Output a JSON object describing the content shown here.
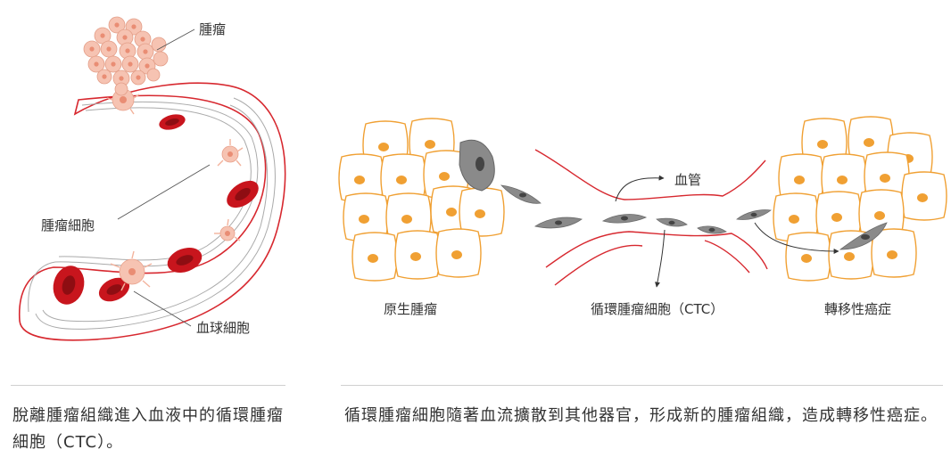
{
  "left_panel": {
    "labels": {
      "tumor": "腫瘤",
      "tumor_cell": "腫瘤細胞",
      "blood_cell": "血球細胞"
    },
    "caption": "脫離腫瘤組織進入血液中的循環腫瘤細胞（CTC）。"
  },
  "right_panel": {
    "labels": {
      "primary_tumor": "原生腫瘤",
      "blood_vessel": "血管",
      "ctc": "循環腫瘤細胞（CTC）",
      "metastatic_cancer": "轉移性癌症"
    },
    "caption": "循環腫瘤細胞隨著血流擴散到其他器官，形成新的腫瘤組織，造成轉移性癌症。"
  },
  "colors": {
    "vessel_red": "#d7282f",
    "blood_cell": "#c8151d",
    "tumor_pink": "#f6c3b2",
    "tumor_cell_orange": "#f0a033",
    "ctc_gray": "#8a8a8a",
    "rule_gray": "#cfcfcf"
  }
}
